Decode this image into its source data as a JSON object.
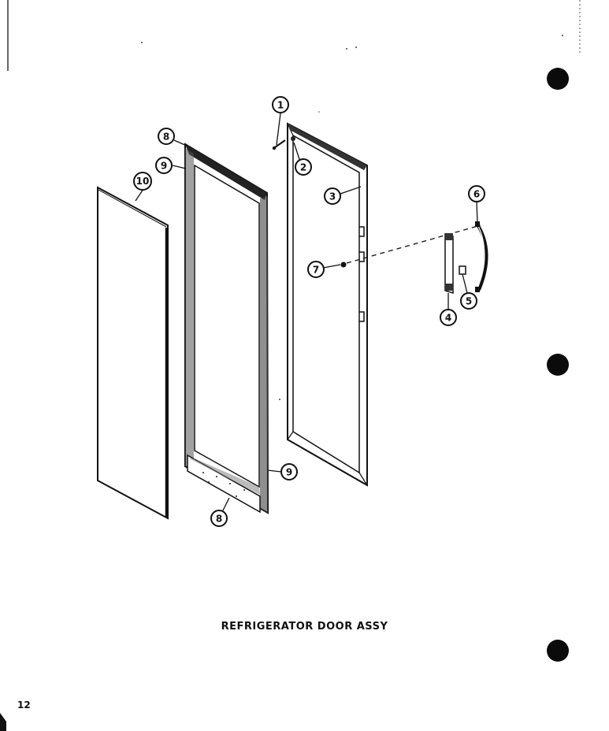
{
  "diagram": {
    "title": "REFRIGERATOR DOOR ASSY",
    "page_number": "12",
    "callouts": {
      "c1": "1",
      "c2": "2",
      "c3": "3",
      "c4": "4",
      "c5": "5",
      "c6": "6",
      "c7": "7",
      "c8_top": "8",
      "c8_bottom": "8",
      "c9_top": "9",
      "c9_right": "9",
      "c10": "10"
    }
  }
}
